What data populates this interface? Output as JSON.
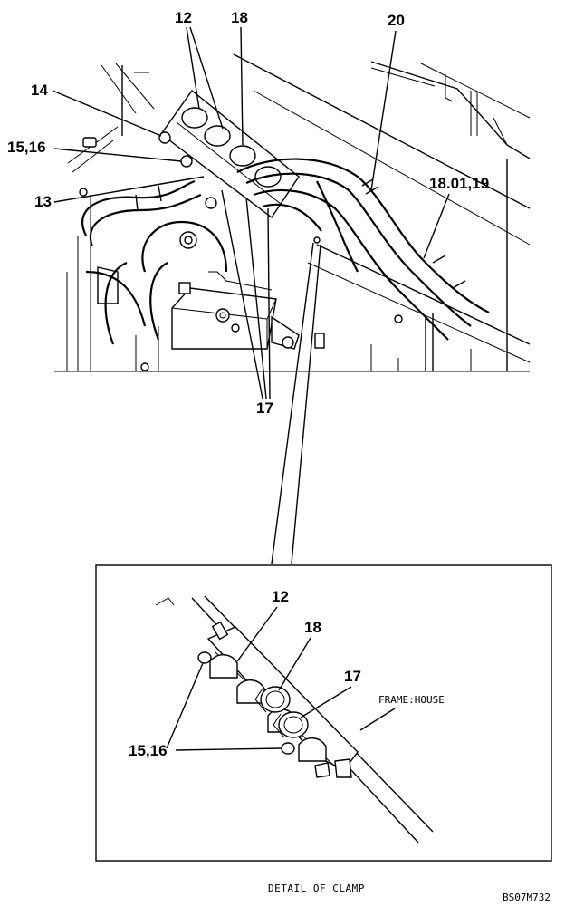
{
  "figure_code": "BS07M732",
  "detail_caption": "DETAIL OF CLAMP",
  "top_view": {
    "callouts": {
      "c12": "12",
      "c18": "18",
      "c20": "20",
      "c14": "14",
      "c1516": "15,16",
      "c13": "13",
      "c180119": "18.01,19",
      "c17": "17"
    }
  },
  "detail_view": {
    "callouts": {
      "c12": "12",
      "c18": "18",
      "c17": "17",
      "c1516": "15,16"
    },
    "frame_label": "FRAME:HOUSE"
  }
}
